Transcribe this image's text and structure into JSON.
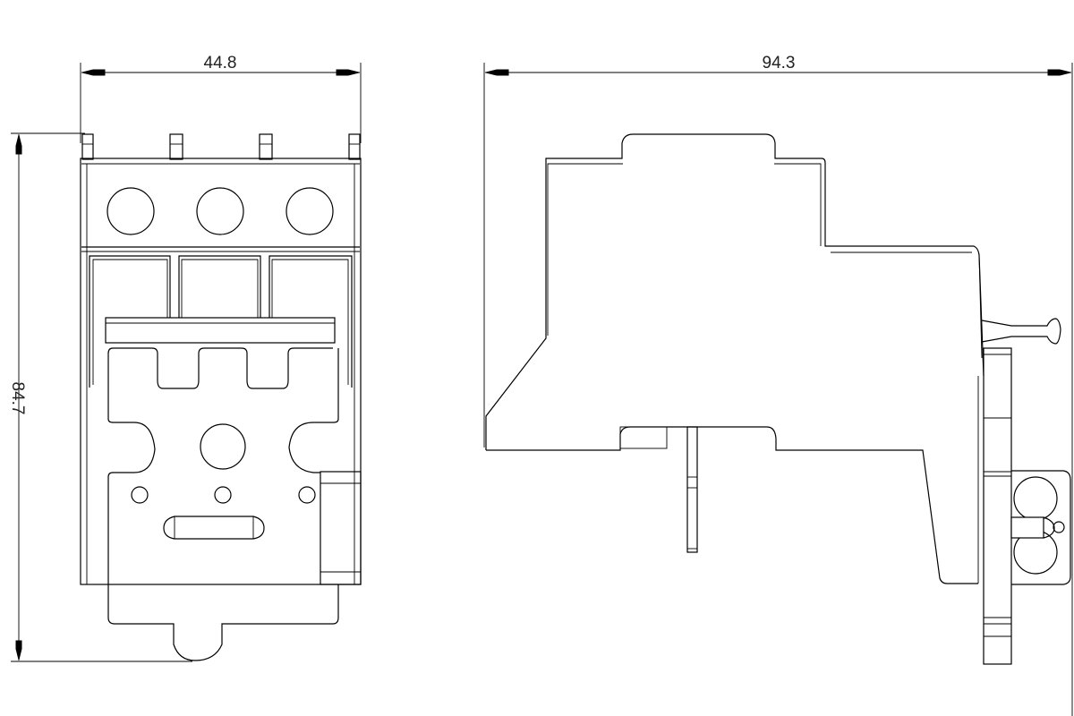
{
  "drawing": {
    "type": "technical-dimension-drawing",
    "views": [
      {
        "name": "front-view"
      },
      {
        "name": "side-view"
      }
    ]
  },
  "dimensions": {
    "front_width": "44.8",
    "front_height": "84.7",
    "side_width": "94.3"
  },
  "colors": {
    "background": "#ffffff",
    "line": "#000000"
  }
}
